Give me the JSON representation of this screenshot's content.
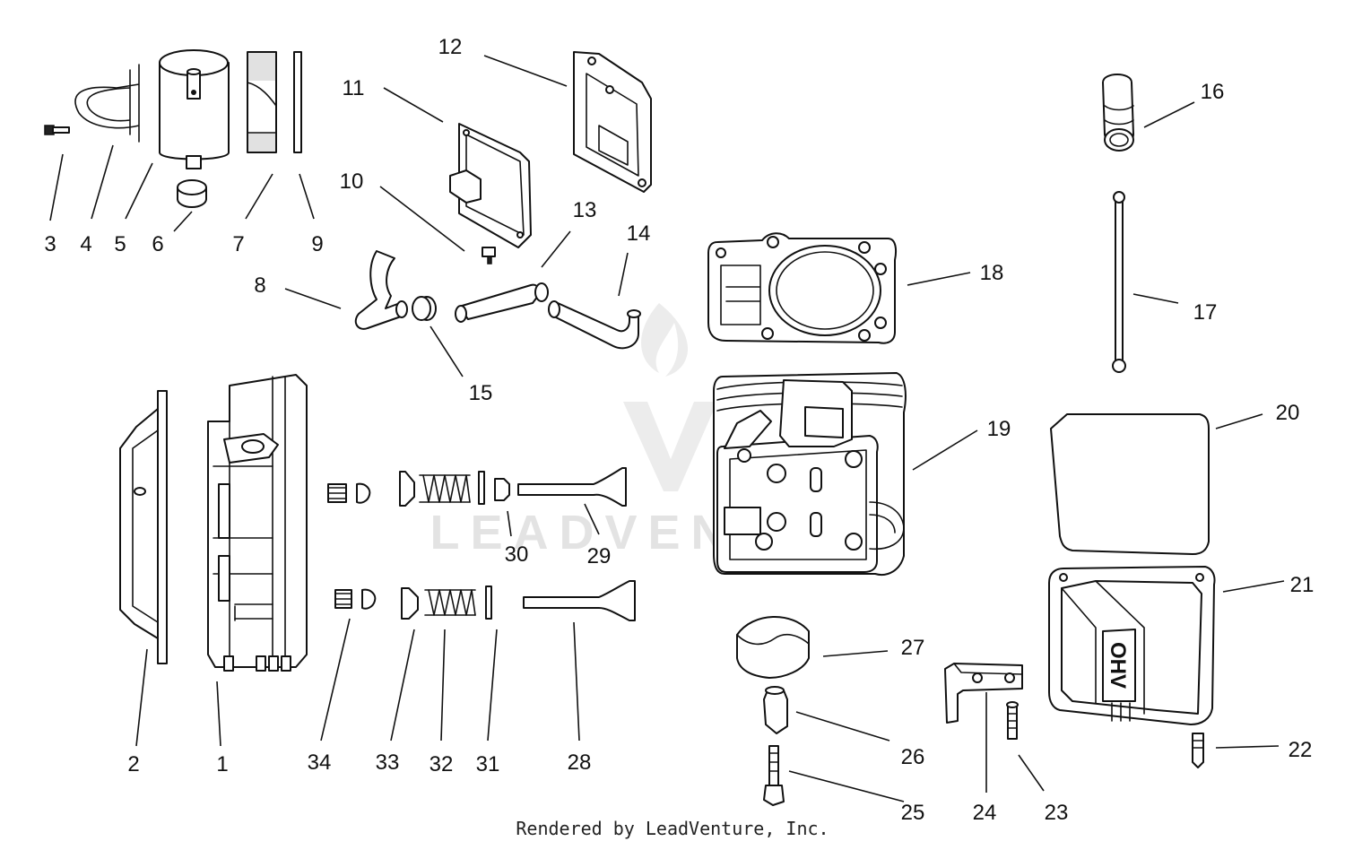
{
  "footer": {
    "credit": "Rendered by LeadVenture, Inc."
  },
  "watermark": {
    "text": "LEADVENTURE"
  },
  "colors": {
    "line": "#111111",
    "background": "#ffffff",
    "watermark": "#e3e3e3"
  },
  "callouts": [
    "1",
    "2",
    "3",
    "4",
    "5",
    "6",
    "7",
    "8",
    "9",
    "10",
    "11",
    "12",
    "13",
    "14",
    "15",
    "16",
    "17",
    "18",
    "19",
    "20",
    "21",
    "22",
    "23",
    "24",
    "25",
    "26",
    "27",
    "28",
    "29",
    "30",
    "31",
    "32",
    "33",
    "34"
  ],
  "cover_logo": {
    "text": "OHV"
  }
}
